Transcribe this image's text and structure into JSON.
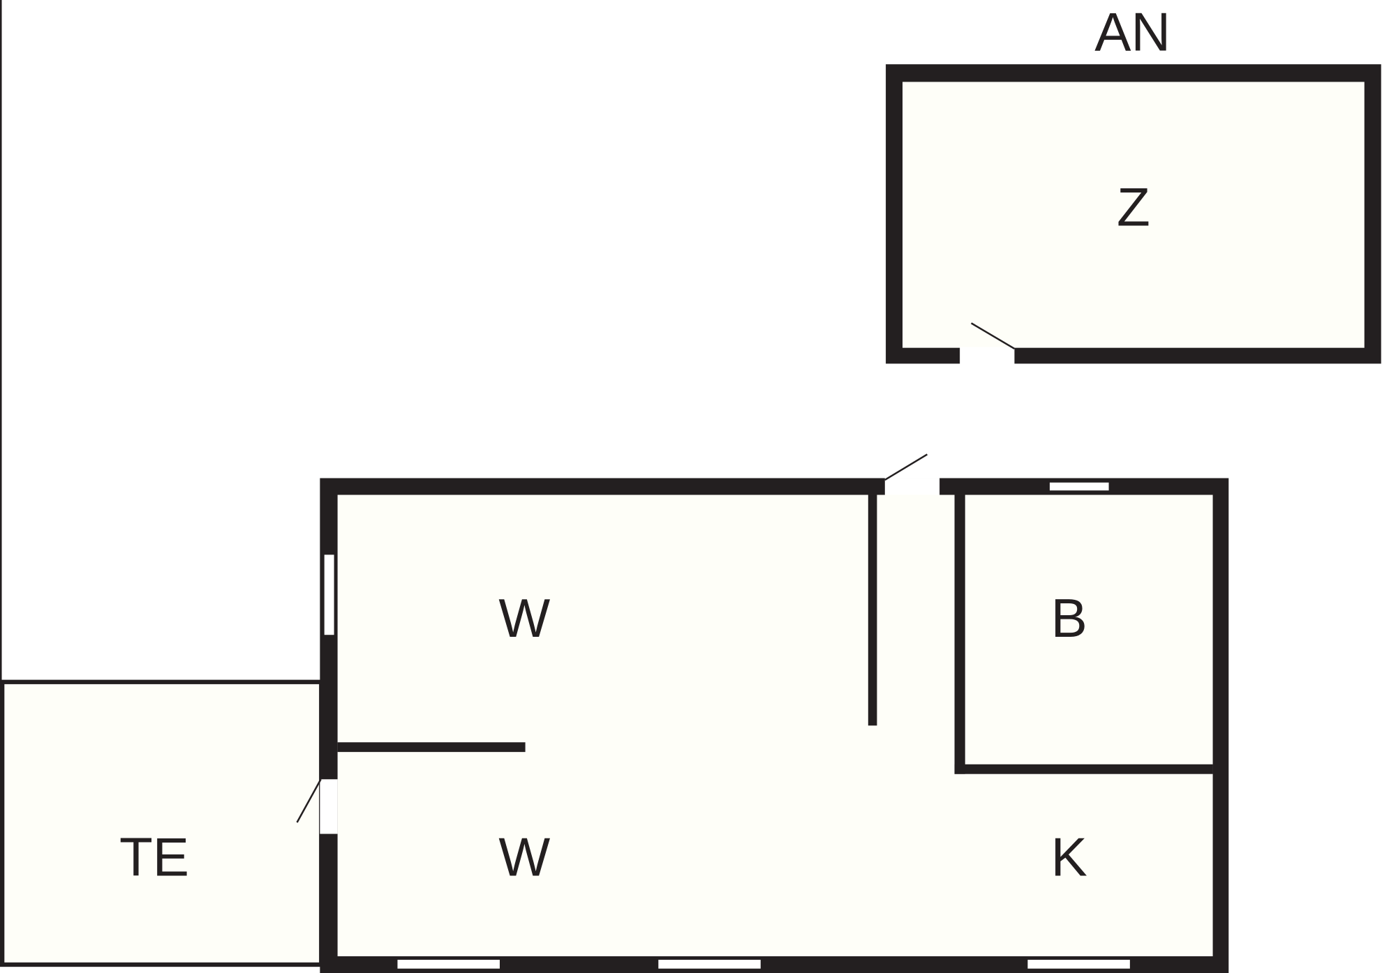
{
  "colors": {
    "wall": "#231f20",
    "floor": "#fefef8",
    "background": "#ffffff",
    "opening": "#ffffff"
  },
  "labels": {
    "annex": "AN",
    "annex_room": "Z",
    "room_upper_left": "W",
    "room_lower_left": "W",
    "room_upper_right": "B",
    "room_lower_right": "K",
    "terrace": "TE"
  }
}
